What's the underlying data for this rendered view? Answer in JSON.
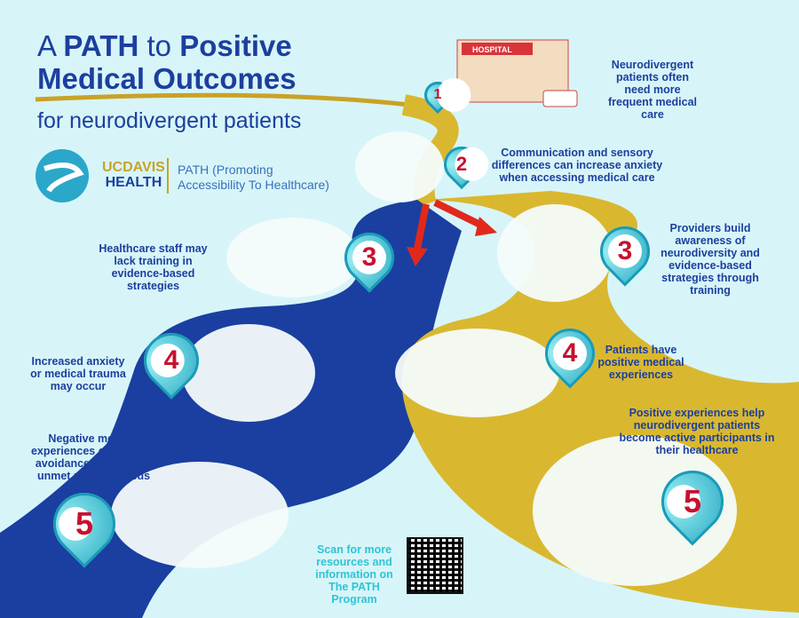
{
  "header": {
    "title_a": "A",
    "title_path": "PATH",
    "title_to": "to",
    "title_positive": "Positive",
    "title_line2": "Medical Outcomes",
    "subtitle": "for neurodivergent patients"
  },
  "branding": {
    "uc": "UC",
    "davis": "DAVIS",
    "health": "HEALTH",
    "program_line1": "PATH (Promoting",
    "program_line2": "Accessibility To Healthcare)",
    "hospital_sign": "HOSPITAL"
  },
  "steps": [
    {
      "number": "1",
      "path": "shared",
      "text": "Neurodivergent patients often need more frequent medical care"
    },
    {
      "number": "2",
      "path": "shared",
      "text": "Communication and sensory differences can increase anxiety when accessing medical care"
    },
    {
      "number": "3",
      "path": "negative",
      "text": "Healthcare staff may lack training in evidence-based strategies"
    },
    {
      "number": "3",
      "path": "positive",
      "text": "Providers build awareness of neurodiversity and evidence-based strategies through training"
    },
    {
      "number": "4",
      "path": "negative",
      "text": "Increased anxiety or medical trauma may occur"
    },
    {
      "number": "4",
      "path": "positive",
      "text": "Patients have positive medical experiences"
    },
    {
      "number": "5",
      "path": "negative",
      "text": "Negative medical experiences can lead to avoidance of care and unmet medical needs"
    },
    {
      "number": "5",
      "path": "positive",
      "text": "Positive experiences help neurodivergent patients become active participants in their healthcare"
    }
  ],
  "footer": {
    "scan_text": "Scan for more resources and information on The PATH Program"
  },
  "colors": {
    "background": "#d7f5f8",
    "negative_path": "#1a3fa0",
    "positive_path": "#d9b830",
    "title": "#1c3f9e",
    "number": "#c8102e",
    "arrow": "#e0291c"
  }
}
